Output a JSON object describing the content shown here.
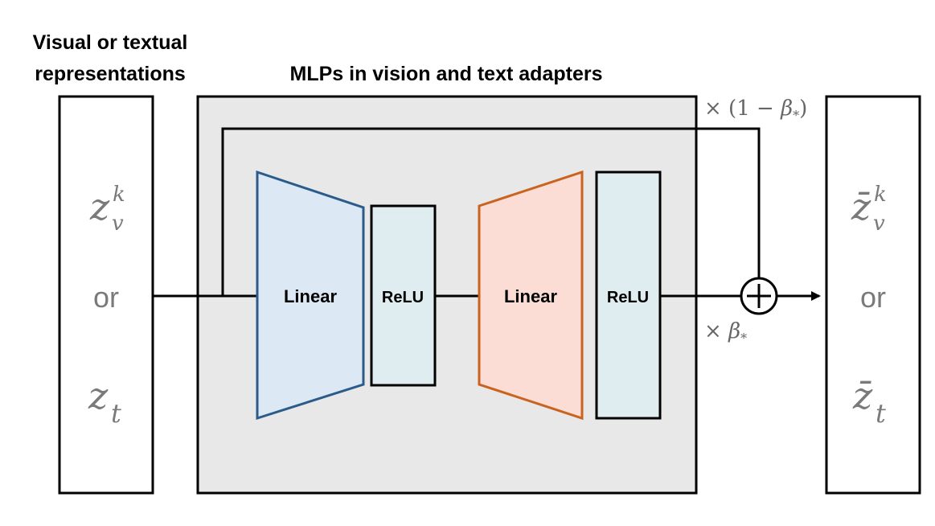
{
  "header": {
    "input_title_line1": "Visual or textual",
    "input_title_line2": "representations",
    "adapter_title": "MLPs in vision and text adapters"
  },
  "input_box": {
    "top_symbol": "z",
    "top_superscript": "k",
    "top_subscript": "v",
    "middle_word": "or",
    "bottom_symbol": "z",
    "bottom_subscript": "t"
  },
  "adapter": {
    "linear1_label": "Linear",
    "relu1_label": "ReLU",
    "linear2_label": "Linear",
    "relu2_label": "ReLU",
    "linear1_color": "#dce8f4",
    "linear1_stroke": "#2b5b8a",
    "relu_fill": "#dfedf1",
    "linear2_color": "#fcddd6",
    "linear2_stroke": "#c8641f",
    "panel_fill": "#e8e8e8"
  },
  "skip_weight": {
    "prefix": "× (1 − ",
    "symbol": "β",
    "subscript": "*",
    "suffix": ")"
  },
  "mlp_weight": {
    "prefix": "× ",
    "symbol": "β",
    "subscript": "*"
  },
  "sum_node": {
    "symbol": "+"
  },
  "output_box": {
    "top_symbol": "z̄",
    "top_superscript": "k",
    "top_subscript": "v",
    "middle_word": "or",
    "bottom_symbol": "z̄",
    "bottom_subscript": "t"
  }
}
